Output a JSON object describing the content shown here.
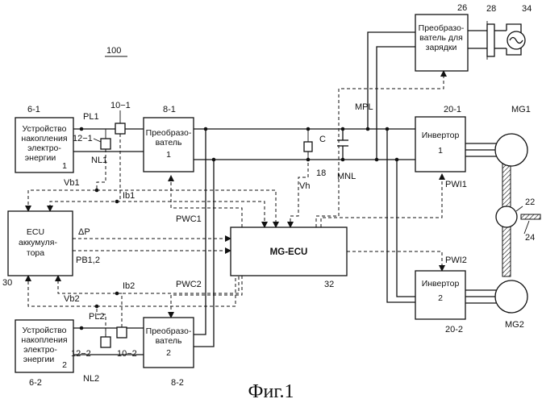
{
  "figure": {
    "ref_main": "100",
    "caption": "Фиг.1"
  },
  "blocks": {
    "storage1": {
      "ref": "6-1",
      "lines": [
        "Устройство",
        "накопления",
        "электро-",
        "энергии"
      ],
      "num": "1"
    },
    "storage2": {
      "ref": "6-2",
      "lines": [
        "Устройство",
        "накопления",
        "электро-",
        "энергии"
      ],
      "num": "2"
    },
    "conv1": {
      "ref": "8-1",
      "lines": [
        "Преобразо-",
        "ватель"
      ],
      "num": "1"
    },
    "conv2": {
      "ref": "8-2",
      "lines": [
        "Преобразо-",
        "ватель"
      ],
      "num": "2"
    },
    "charger": {
      "ref": "26",
      "lines": [
        "Преобразо-",
        "ватель для",
        "зарядки"
      ]
    },
    "inv1": {
      "ref": "20-1",
      "lines": [
        "Инвертор"
      ],
      "num": "1"
    },
    "inv2": {
      "ref": "20-2",
      "lines": [
        "Инвертор"
      ],
      "num": "2"
    },
    "batt_ecu": {
      "ref": "30",
      "lines": [
        "ECU",
        "аккумуля-",
        "тора"
      ]
    },
    "mg_ecu": {
      "ref": "32",
      "lines": [
        "MG-ECU"
      ]
    }
  },
  "labels": {
    "PL1": "PL1",
    "NL1": "NL1",
    "PL2": "PL2",
    "NL2": "NL2",
    "s10_1": "10−1",
    "s12_1": "12−1",
    "s10_2": "10−2",
    "s12_2": "12−2",
    "MPL": "MPL",
    "MNL": "MNL",
    "C": "C",
    "s18": "18",
    "Vb1": "Vb1",
    "Ib1": "Ib1",
    "Vb2": "Vb2",
    "Ib2": "Ib2",
    "Vh": "Vh",
    "dP": "ΔP",
    "PB12": "PB1,2",
    "PWC1": "PWC1",
    "PWC2": "PWC2",
    "PWI1": "PWI1",
    "PWI2": "PWI2",
    "MG1": "MG1",
    "MG2": "MG2",
    "r22": "22",
    "r24": "24",
    "r28": "28",
    "r34": "34"
  }
}
